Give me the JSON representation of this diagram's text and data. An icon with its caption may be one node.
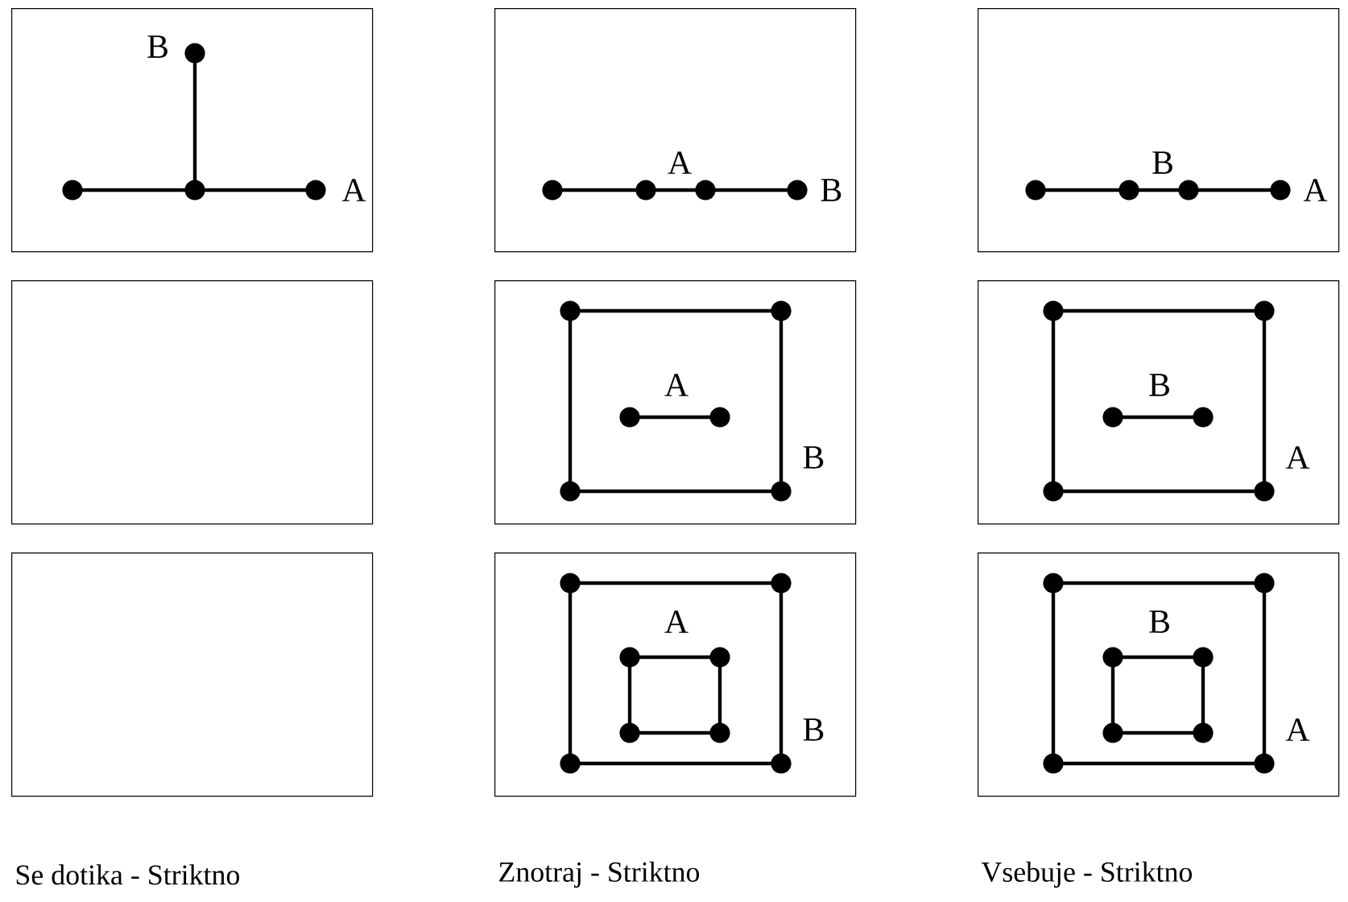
{
  "diagram": {
    "nodes": [
      {
        "text": [
          "B",
          "A"
        ]
      },
      {
        "text": [
          "A",
          "B"
        ]
      },
      {
        "text": [
          "B",
          "A"
        ]
      },
      {
        "text": [],
        "shape": "box"
      },
      {
        "text": [
          "A",
          "B"
        ]
      },
      {
        "text": [
          "B",
          "A"
        ]
      },
      {
        "text": [],
        "shape": "box"
      },
      {
        "text": [
          "A",
          "B"
        ]
      },
      {
        "text": [
          "B",
          "A"
        ]
      }
    ],
    "labels": [
      "Se dotika - Striktno",
      "Znotraj - Striktno",
      "Vsebuje - Striktno"
    ]
  }
}
